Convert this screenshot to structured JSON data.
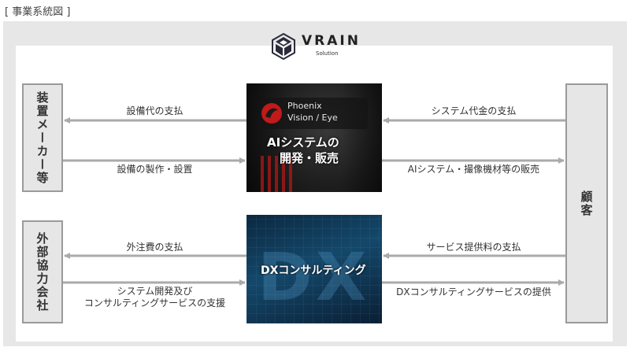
{
  "diagram_title": "[ 事業系統図 ]",
  "logo": {
    "name": "VRAIN",
    "sub": "Solution"
  },
  "left_boxes": [
    "装置メーカー等",
    "外部協力会社"
  ],
  "right_box": "顧客",
  "panels": {
    "ai": {
      "label_line1": "AIシステムの",
      "label_line2": "開発・販売",
      "brand_line1": "Phoenix",
      "brand_line2": "Vision / Eye"
    },
    "dx": {
      "label": "DXコンサルティング",
      "bg_text": "DX"
    }
  },
  "arrows": {
    "left_top_in": "設備代の支払",
    "left_top_out": "設備の製作・設置",
    "left_bottom_in": "外注費の支払",
    "left_bottom_out_line1": "システム開発及び",
    "left_bottom_out_line2": "コンサルティングサービスの支援",
    "right_top_in": "システム代金の支払",
    "right_top_out": "AIシステム・撮像機材等の販売",
    "right_bottom_in": "サービス提供料の支払",
    "right_bottom_out": "DXコンサルティングサービスの提供"
  },
  "colors": {
    "arrow": "#aaaaaa",
    "box_border": "#9a9a9a",
    "accent_red": "#d02020"
  }
}
